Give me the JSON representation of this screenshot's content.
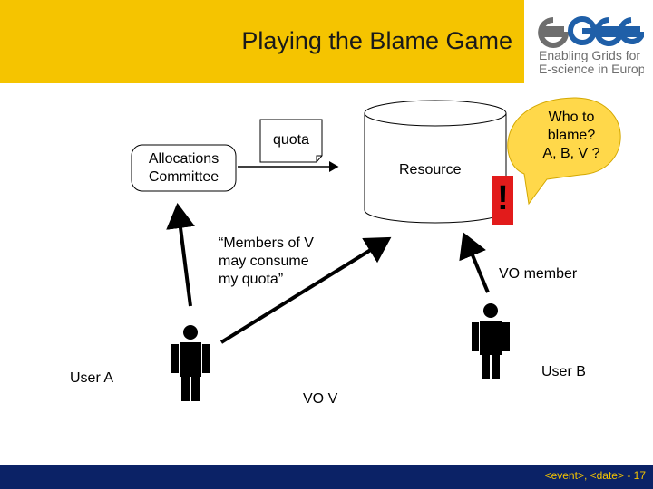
{
  "slide": {
    "title": "Playing the Blame Game",
    "footer": "<event>, <date>  - 17"
  },
  "logo": {
    "name": "egee",
    "tagline_line1": "Enabling Grids for",
    "tagline_line2": "E-science in Europe",
    "colors": {
      "grey": "#6e6e6e",
      "blue": "#1f5fa8"
    }
  },
  "diagram": {
    "allocations_committee": "Allocations\nCommittee",
    "quota": "quota",
    "resource": "Resource",
    "speech_bubble": "Who to\nblame?\nA, B, V ?",
    "alert": "!",
    "members_statement": "“Members of V\nmay consume\nmy quota”",
    "vo_member": "VO member",
    "user_a": "User A",
    "user_b": "User B",
    "vo_v": "VO V"
  },
  "colors": {
    "header": "#f5c400",
    "footer": "#0b2266",
    "bubble": "#ffd84a",
    "alert": "#e21b1b"
  }
}
